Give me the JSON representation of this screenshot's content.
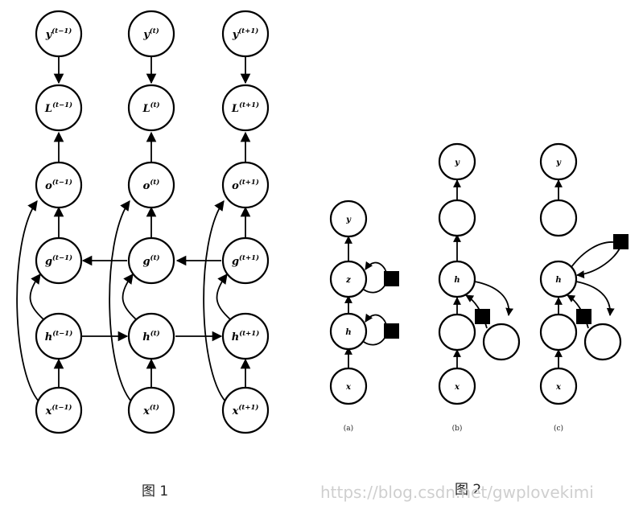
{
  "figure1": {
    "caption": "图 1",
    "columns": [
      {
        "y": "y",
        "y_sup": "(t−1)",
        "L": "L",
        "L_sup": "(t−1)",
        "o": "o",
        "o_sup": "(t−1)",
        "g": "g",
        "g_sup": "(t−1)",
        "h": "h",
        "h_sup": "(t−1)",
        "x": "x",
        "x_sup": "(t−1)"
      },
      {
        "y": "y",
        "y_sup": "(t)",
        "L": "L",
        "L_sup": "(t)",
        "o": "o",
        "o_sup": "(t)",
        "g": "g",
        "g_sup": "(t)",
        "h": "h",
        "h_sup": "(t)",
        "x": "x",
        "x_sup": "(t)"
      },
      {
        "y": "y",
        "y_sup": "(t+1)",
        "L": "L",
        "L_sup": "(t+1)",
        "o": "o",
        "o_sup": "(t+1)",
        "g": "g",
        "g_sup": "(t+1)",
        "h": "h",
        "h_sup": "(t+1)",
        "x": "x",
        "x_sup": "(t+1)"
      }
    ]
  },
  "figure2": {
    "caption": "图 2",
    "a": {
      "label": "(a)",
      "y": "y",
      "z": "z",
      "h": "h",
      "x": "x"
    },
    "b": {
      "label": "(b)",
      "y": "y",
      "h": "h",
      "x": "x"
    },
    "c": {
      "label": "(c)",
      "y": "y",
      "h": "h",
      "x": "x"
    }
  },
  "watermark": "https://blog.csdn.net/gwplovekimi"
}
